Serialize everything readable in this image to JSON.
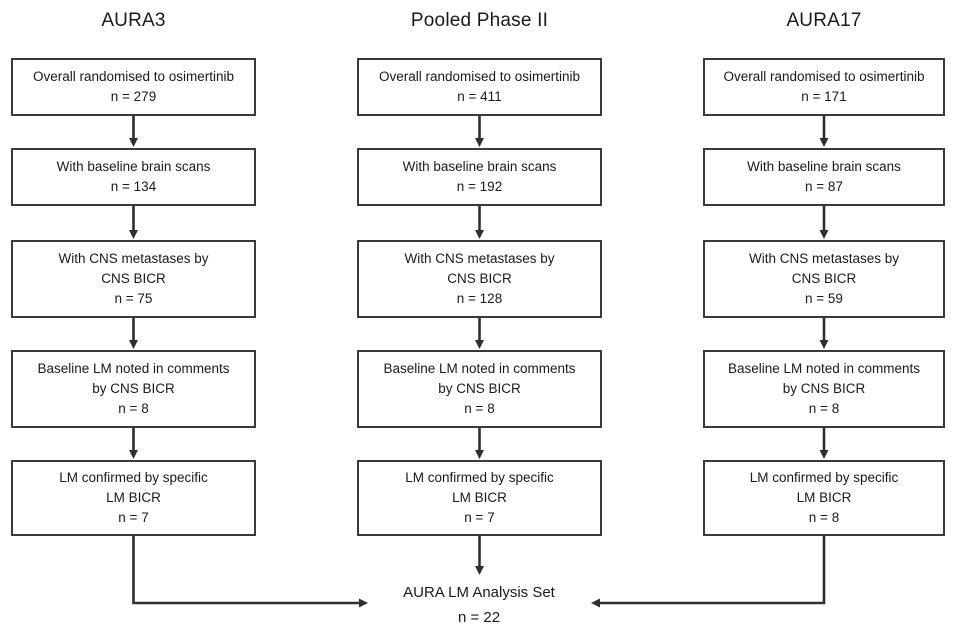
{
  "figure": {
    "type": "flowchart",
    "title": "",
    "columns": [
      {
        "id": "aura3",
        "header": "AURA3",
        "nodes": [
          {
            "lines": [
              "Overall randomised to osimertinib"
            ],
            "count": "n = 279"
          },
          {
            "lines": [
              "With baseline brain scans"
            ],
            "count": "n = 134"
          },
          {
            "lines": [
              "With CNS metastases by",
              "CNS BICR"
            ],
            "count": "n = 75"
          },
          {
            "lines": [
              "Baseline LM noted in comments",
              "by CNS BICR"
            ],
            "count": "n = 8"
          },
          {
            "lines": [
              "LM confirmed by specific",
              "LM BICR"
            ],
            "count": "n = 7"
          }
        ]
      },
      {
        "id": "pooled-phase-ii",
        "header": "Pooled Phase II",
        "nodes": [
          {
            "lines": [
              "Overall randomised to osimertinib"
            ],
            "count": "n = 411"
          },
          {
            "lines": [
              "With baseline brain scans"
            ],
            "count": "n = 192"
          },
          {
            "lines": [
              "With CNS metastases by",
              "CNS BICR"
            ],
            "count": "n = 128"
          },
          {
            "lines": [
              "Baseline LM noted in comments",
              "by CNS BICR"
            ],
            "count": "n = 8"
          },
          {
            "lines": [
              "LM confirmed by specific",
              "LM BICR"
            ],
            "count": "n = 7"
          }
        ]
      },
      {
        "id": "aura17",
        "header": "AURA17",
        "nodes": [
          {
            "lines": [
              "Overall randomised to osimertinib"
            ],
            "count": "n = 171"
          },
          {
            "lines": [
              "With baseline brain scans"
            ],
            "count": "n = 87"
          },
          {
            "lines": [
              "With CNS metastases by",
              "CNS BICR"
            ],
            "count": "n = 59"
          },
          {
            "lines": [
              "Baseline LM noted in comments",
              "by CNS BICR"
            ],
            "count": "n = 8"
          },
          {
            "lines": [
              "LM confirmed by specific",
              "LM BICR"
            ],
            "count": "n =  8"
          }
        ]
      }
    ],
    "final": {
      "label": "AURA LM Analysis Set",
      "count": "n = 22"
    },
    "style": {
      "box_border_color": "#3a3a3c",
      "connector_color": "#2f2f31",
      "text_color": "#1a1a1a",
      "background": "#ffffff"
    }
  }
}
